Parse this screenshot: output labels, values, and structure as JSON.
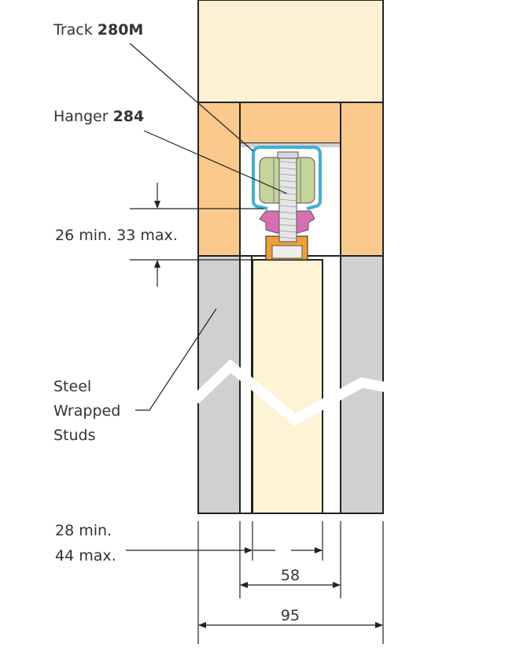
{
  "labels": {
    "track_prefix": "Track ",
    "track_model": "280M",
    "hanger_prefix": "Hanger ",
    "hanger_model": "284",
    "clearance": "26 min.  33 max.",
    "studs_line1": "Steel",
    "studs_line2": "Wrapped",
    "studs_line3": "Studs",
    "door_min": "28 min.",
    "door_max": "44 max.",
    "dim_cavity": "58",
    "dim_wall": "95"
  },
  "colors": {
    "ceiling": "#fdf1d3",
    "timber": "#fbc98b",
    "stud": "#cfd0d2",
    "door": "#fdf3d5",
    "track": "#3fb0d8",
    "hanger": "#c4d49a",
    "guide": "#d66fb0",
    "bracket": "#f0a033"
  }
}
